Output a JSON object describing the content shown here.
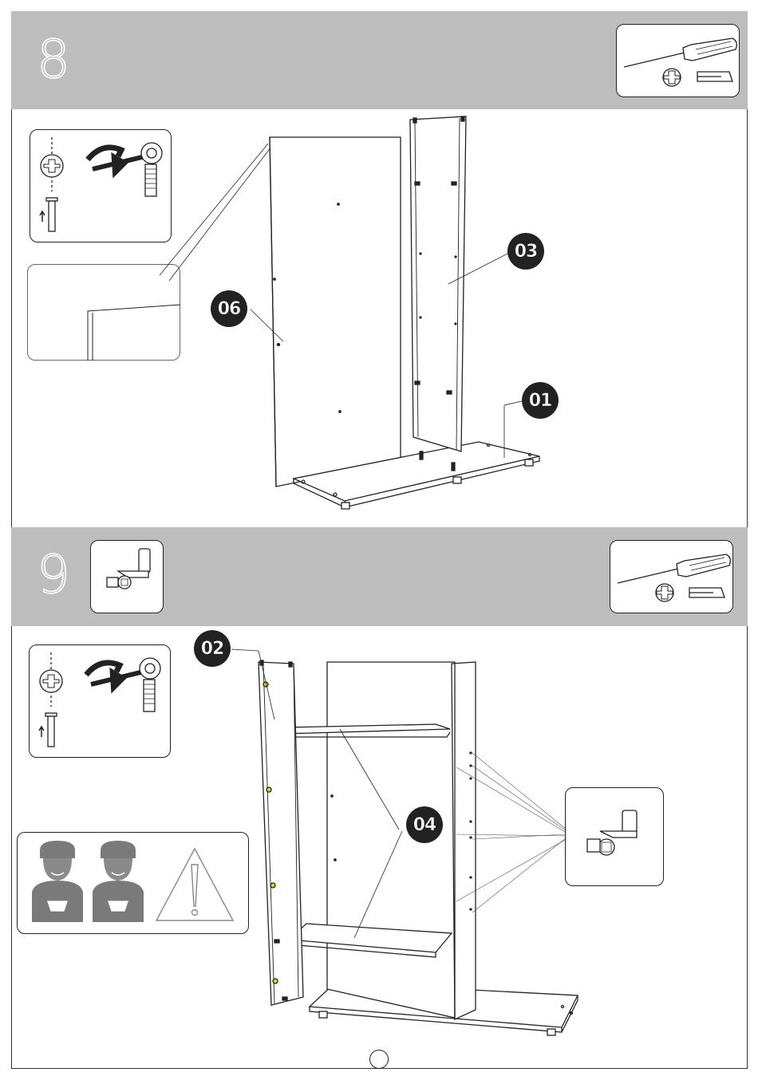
{
  "steps": [
    {
      "number": "8",
      "tools": [
        "screwdriver-icon",
        "phillips-head-icon",
        "flat-head-icon"
      ],
      "callouts": {
        "panel_a": "06",
        "panel_b": "03",
        "base": "01"
      }
    },
    {
      "number": "9",
      "parts_icon": "shelf-support-pin-icon",
      "tools": [
        "screwdriver-icon",
        "phillips-head-icon",
        "flat-head-icon"
      ],
      "callouts": {
        "side_panel": "02",
        "shelves": "04"
      },
      "warning": "two-person-assembly"
    }
  ],
  "colors": {
    "band": "#bdbdbd",
    "line": "#222222",
    "callout_bg": "#222222",
    "accent_pin": "#f2d000"
  }
}
